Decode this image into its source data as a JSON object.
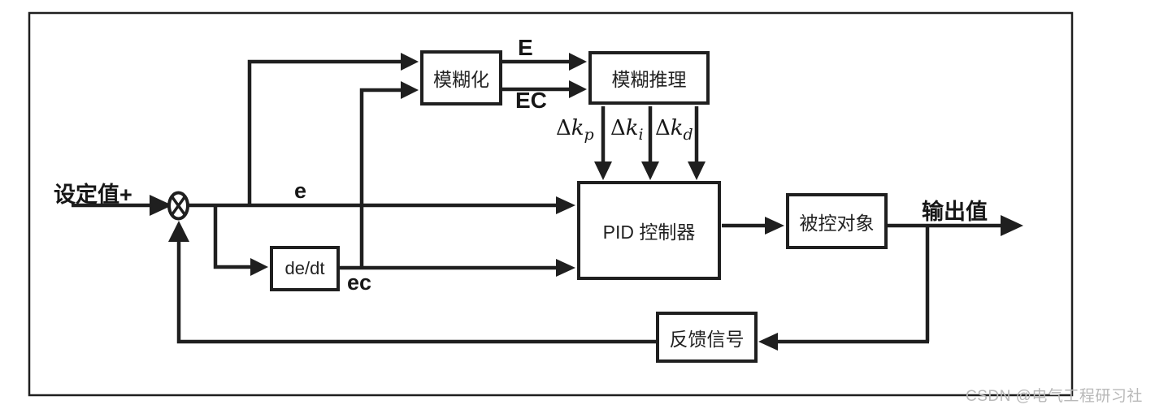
{
  "diagram": {
    "nodes": {
      "fuzzification": {
        "label": "模糊化"
      },
      "fuzzy_inference": {
        "label": "模糊推理"
      },
      "pid_controller": {
        "label": "PID 控制器"
      },
      "controlled_object": {
        "label": "被控对象"
      },
      "derivative": {
        "label": "de/dt"
      },
      "feedback_signal": {
        "label": "反馈信号"
      }
    },
    "labels": {
      "setpoint": "设定值+",
      "error": "e",
      "error_change": "ec",
      "fuzzy_error": "E",
      "fuzzy_error_change": "EC",
      "output": "输出值"
    },
    "gains": [
      {
        "main": "Δ",
        "k": "k",
        "sub": "p"
      },
      {
        "main": "Δ",
        "k": "k",
        "sub": "i"
      },
      {
        "main": "Δ",
        "k": "k",
        "sub": "d"
      }
    ],
    "watermark": "CSDN @电气工程研习社"
  },
  "colors": {
    "line": "#1f1f1f",
    "watermark": "#b8b8b8",
    "background": "#ffffff"
  }
}
